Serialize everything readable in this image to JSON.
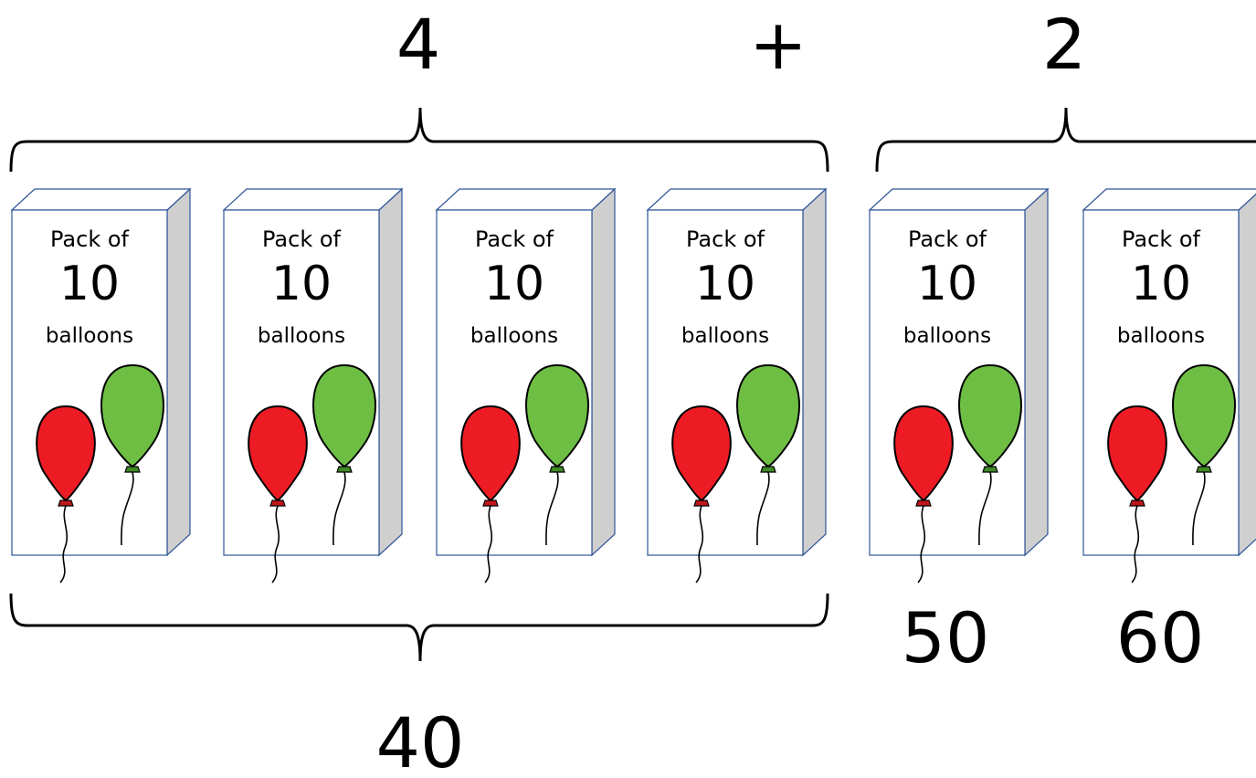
{
  "group_count_top": "4",
  "operator": "+",
  "addend_top": "2",
  "pack_label_top": "Pack of",
  "pack_number": "10",
  "pack_label_bottom": "balloons",
  "group_total": "40",
  "count_on_labels": [
    "50",
    "60"
  ],
  "packs": [
    {
      "group": "first"
    },
    {
      "group": "first"
    },
    {
      "group": "first"
    },
    {
      "group": "first"
    },
    {
      "group": "second"
    },
    {
      "group": "second"
    }
  ],
  "colors": {
    "box_outline": "#2f5597",
    "box_side": "#cfcfcf",
    "balloon_red": "#ed1c24",
    "balloon_green": "#6ebe44",
    "bracket": "#000000"
  },
  "icons": [
    "red-balloon-icon",
    "green-balloon-icon"
  ]
}
